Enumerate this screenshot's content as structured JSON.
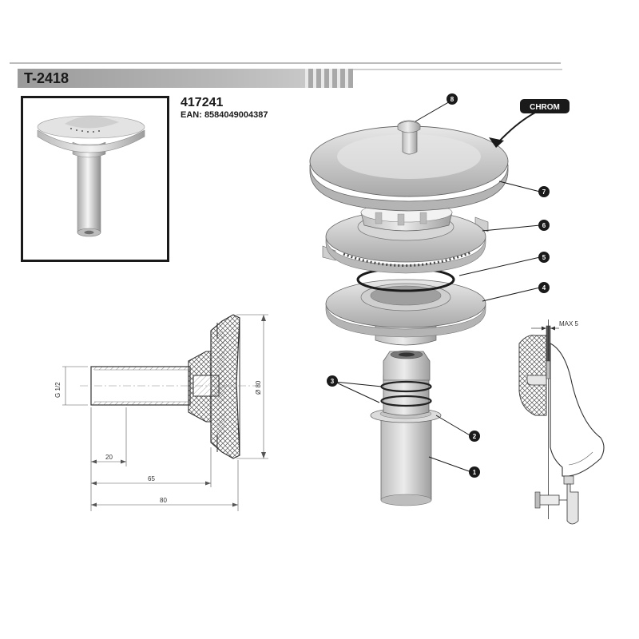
{
  "header": {
    "title": "T-2418"
  },
  "product": {
    "code": "417241",
    "ean": "EAN: 8584049004387"
  },
  "section_drawing": {
    "thread_label": "G 1/2",
    "diameter_label": "Ø 80",
    "dim_20": "20",
    "dim_65": "65",
    "dim_80": "80"
  },
  "exploded_view": {
    "finish_label": "CHROM",
    "callouts": [
      "1",
      "2",
      "3",
      "4",
      "5",
      "6",
      "7",
      "8"
    ]
  },
  "install_detail": {
    "max_label": "MAX 5"
  }
}
